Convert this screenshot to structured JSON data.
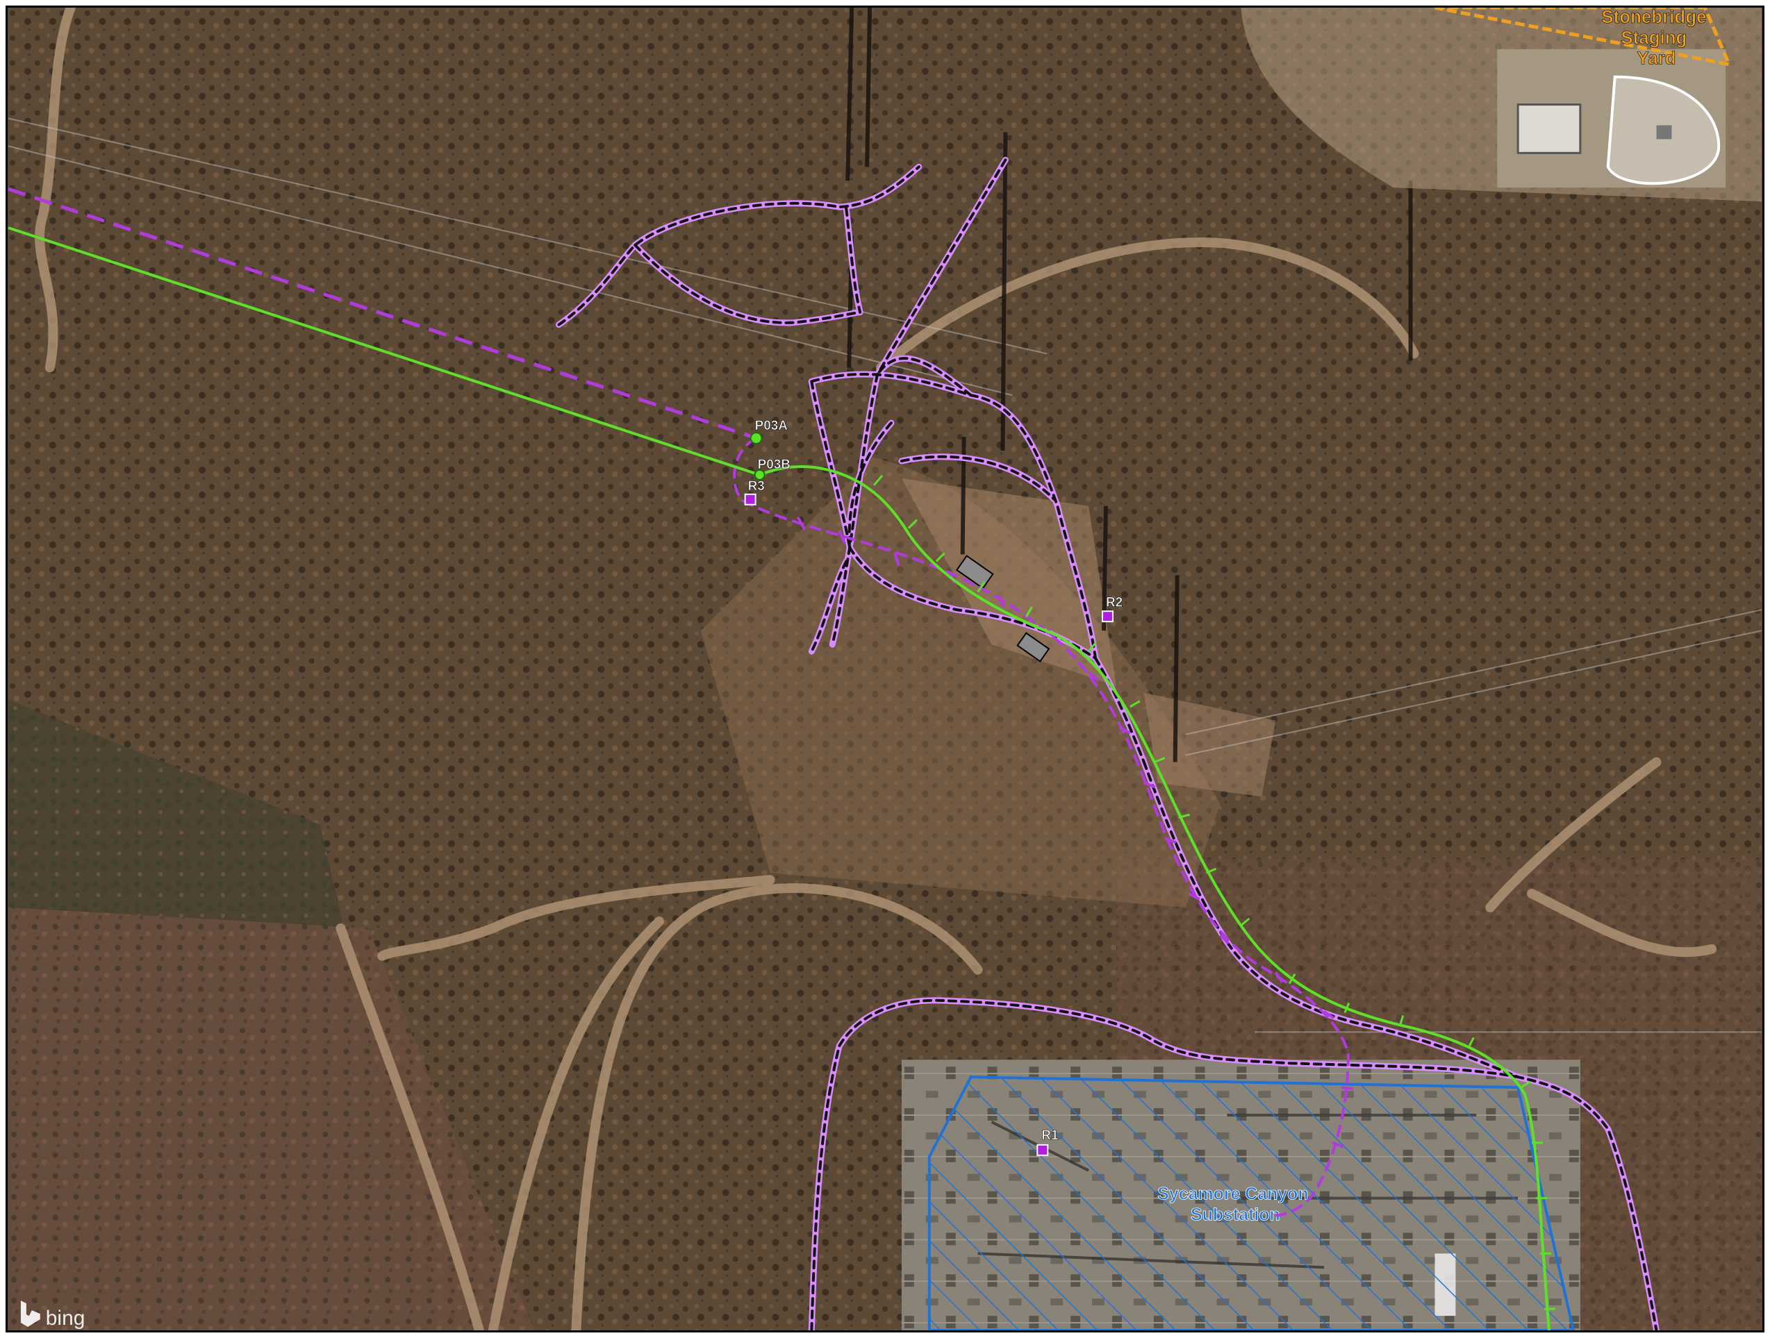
{
  "basemap": {
    "attribution": "bing",
    "provider_icon": "bing-logo-icon"
  },
  "labels": {
    "staging_yard": [
      "Stonebridge",
      "Staging",
      "Yard"
    ],
    "substation": [
      "Sycamore Canyon",
      "Substation"
    ]
  },
  "points": {
    "p03a": "P03A",
    "p03b": "P03B",
    "r1": "R1",
    "r2": "R2",
    "r3": "R3"
  },
  "colors": {
    "alignment_green": "#5ee02a",
    "alignment_magenta": "#b23be0",
    "access_road_outline": "#d98cff",
    "receptor": "#b01fe0",
    "substation_hatch": "#1f73d6",
    "staging_yard": "#f0a020",
    "label_blue": "#1f73d6",
    "label_orange": "#f0a020"
  }
}
